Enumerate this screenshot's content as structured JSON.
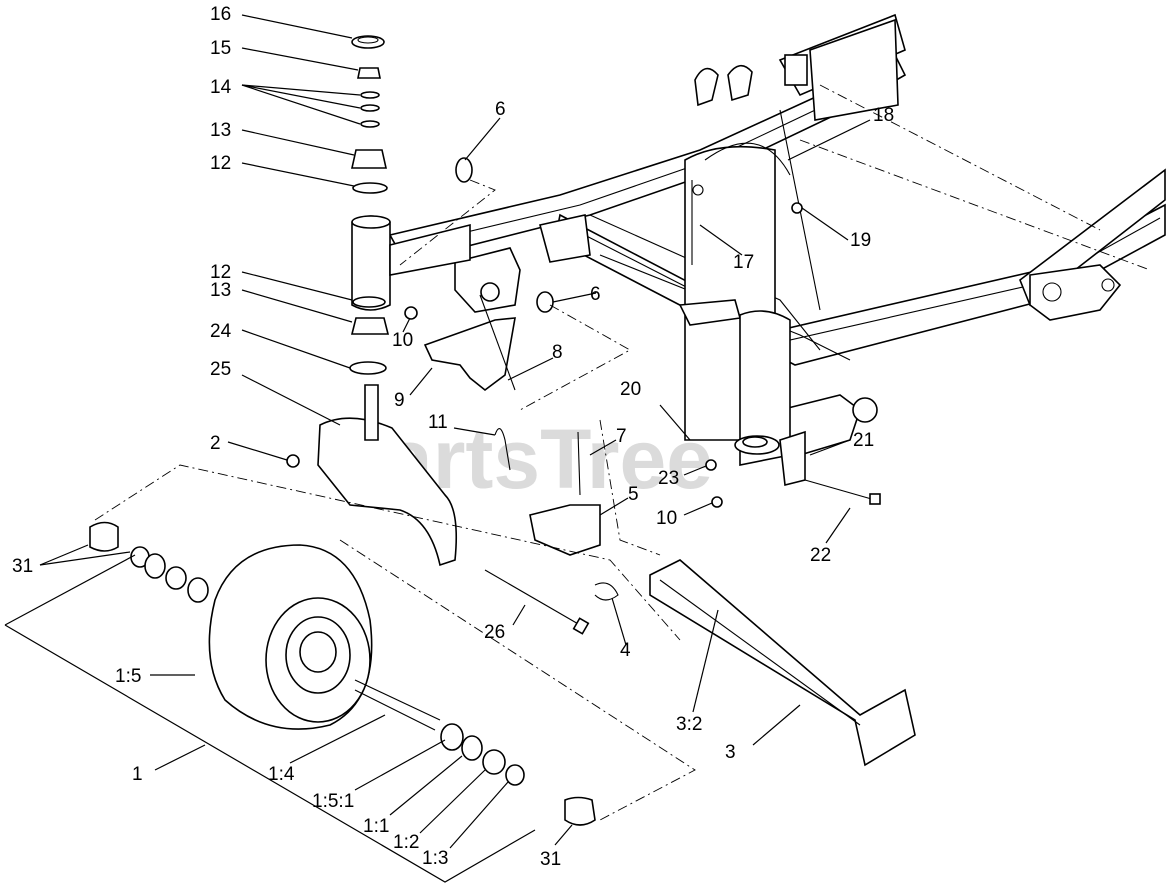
{
  "watermark": {
    "text": "PartsTree",
    "trademark": "™"
  },
  "callouts": [
    {
      "id": "c16",
      "text": "16"
    },
    {
      "id": "c15",
      "text": "15"
    },
    {
      "id": "c14",
      "text": "14"
    },
    {
      "id": "c13a",
      "text": "13"
    },
    {
      "id": "c12a",
      "text": "12"
    },
    {
      "id": "c12b",
      "text": "12"
    },
    {
      "id": "c13b",
      "text": "13"
    },
    {
      "id": "c24",
      "text": "24"
    },
    {
      "id": "c25",
      "text": "25"
    },
    {
      "id": "c2",
      "text": "2"
    },
    {
      "id": "c31a",
      "text": "31"
    },
    {
      "id": "c15_1",
      "text": "1:5"
    },
    {
      "id": "c1",
      "text": "1"
    },
    {
      "id": "c14_1",
      "text": "1:4"
    },
    {
      "id": "c151",
      "text": "1:5:1"
    },
    {
      "id": "c11_1",
      "text": "1:1"
    },
    {
      "id": "c12_1",
      "text": "1:2"
    },
    {
      "id": "c13_1",
      "text": "1:3"
    },
    {
      "id": "c31b",
      "text": "31"
    },
    {
      "id": "c6a",
      "text": "6"
    },
    {
      "id": "c6b",
      "text": "6"
    },
    {
      "id": "c10a",
      "text": "10"
    },
    {
      "id": "c9",
      "text": "9"
    },
    {
      "id": "c8",
      "text": "8"
    },
    {
      "id": "c11",
      "text": "11"
    },
    {
      "id": "c7",
      "text": "7"
    },
    {
      "id": "c5",
      "text": "5"
    },
    {
      "id": "c26",
      "text": "26"
    },
    {
      "id": "c4",
      "text": "4"
    },
    {
      "id": "c18",
      "text": "18"
    },
    {
      "id": "c17",
      "text": "17"
    },
    {
      "id": "c19",
      "text": "19"
    },
    {
      "id": "c20",
      "text": "20"
    },
    {
      "id": "c21",
      "text": "21"
    },
    {
      "id": "c23",
      "text": "23"
    },
    {
      "id": "c10b",
      "text": "10"
    },
    {
      "id": "c22",
      "text": "22"
    },
    {
      "id": "c3_2",
      "text": "3:2"
    },
    {
      "id": "c3",
      "text": "3"
    }
  ]
}
